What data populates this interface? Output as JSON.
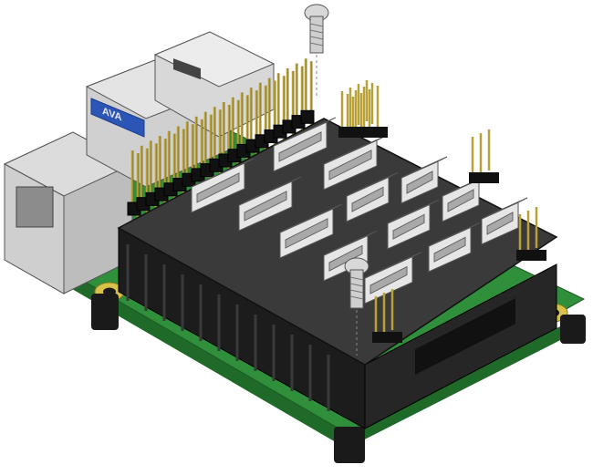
{
  "colors": {
    "background": "#ffffff",
    "pcb_green": "#2f8f3a",
    "pcb_green_dark": "#1f6a28",
    "hat_top": "#3a3a3a",
    "hat_side": "#1c1c1c",
    "connector_body": "#e6e6e6",
    "connector_shadow": "#a9a9a9",
    "pin_gold": "#b9a13a",
    "pin_dark": "#111111",
    "usb_blue": "#2c55b8",
    "metal": "#cfcfcf",
    "metal_dark": "#8c8c8c",
    "mount_hole_gold": "#d9c24a"
  },
  "objects": [
    {
      "name": "raspberry-pi-board"
    },
    {
      "name": "ethernet-port"
    },
    {
      "name": "usb-ports"
    },
    {
      "name": "gpio-header"
    },
    {
      "name": "expansion-hat-board"
    },
    {
      "name": "jst-connectors"
    },
    {
      "name": "standoffs"
    },
    {
      "name": "mounting-screws"
    }
  ]
}
